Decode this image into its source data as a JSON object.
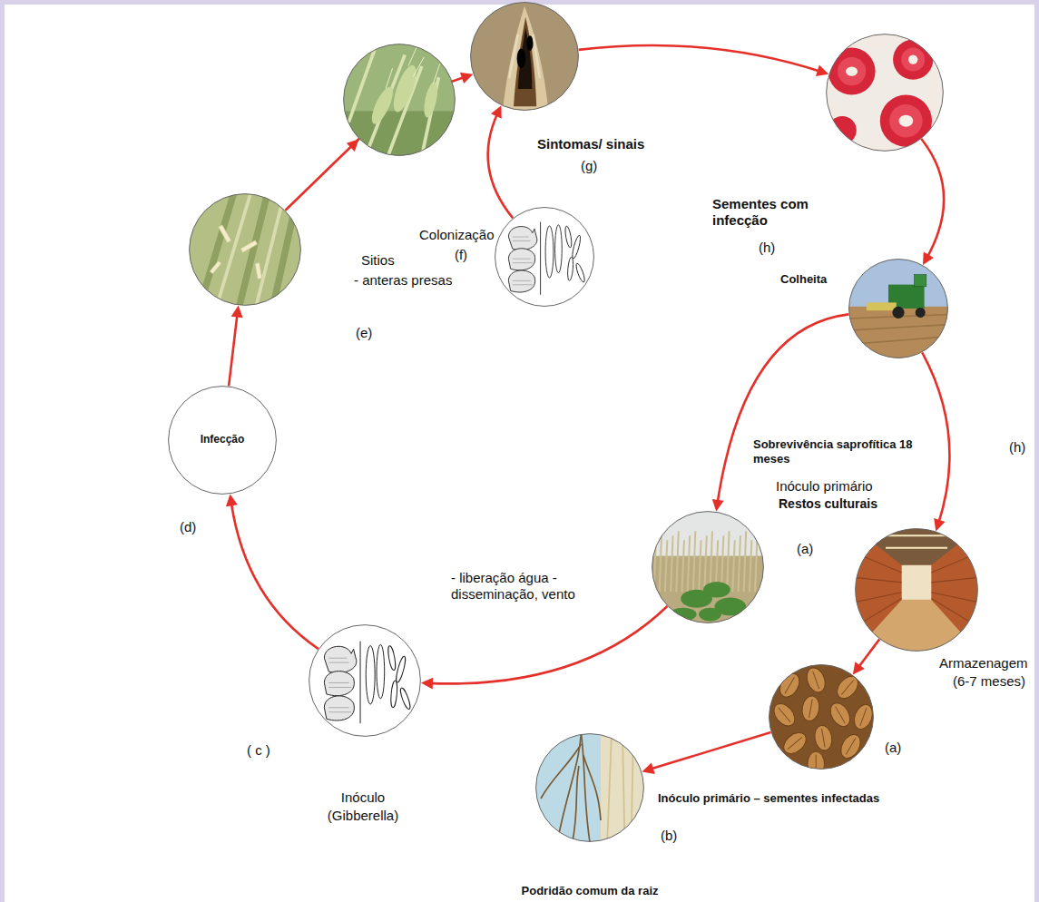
{
  "diagram": {
    "nodes": [
      {
        "text": [
          "Sintomas/ sinais",
          "(g)"
        ]
      },
      {
        "text": [
          "Sementes com infecção",
          "(h)"
        ]
      },
      {
        "text": [
          "Colheita",
          "(h)"
        ]
      },
      {
        "text": [
          "Inóculo primário",
          "Restos culturais",
          "(a)"
        ]
      },
      {
        "text": [
          "Armazenagem",
          "(6-7 meses)"
        ]
      },
      {
        "text": [
          "Inóculo primário – sementes infectadas",
          "(a)"
        ]
      },
      {
        "text": [
          "(b)",
          "Podridão comum da raiz"
        ]
      },
      {
        "text": [
          "( c )",
          "Inóculo",
          "(Gibberella)"
        ]
      },
      {
        "text": [
          "Infecção",
          "(d)"
        ]
      },
      {
        "text": [
          "Sitios",
          "- anteras presas",
          "(e)"
        ]
      },
      {
        "text": [
          "Colonização",
          "(f)"
        ]
      }
    ],
    "edges": [
      {
        "from": 0,
        "to": 1,
        "arrow": "to"
      },
      {
        "from": 1,
        "to": 2,
        "arrow": "to"
      },
      {
        "from": 2,
        "to": 3,
        "label": "Sobrevivência saprofítica 18 meses",
        "arrow": "to"
      },
      {
        "from": 2,
        "to": 4,
        "arrow": "to"
      },
      {
        "from": 4,
        "to": 5,
        "arrow": "to"
      },
      {
        "from": 5,
        "to": 6,
        "arrow": "to"
      },
      {
        "from": 3,
        "to": 7,
        "label": "- liberação água - disseminação, vento",
        "arrow": "to"
      },
      {
        "from": 7,
        "to": 8,
        "arrow": "to"
      },
      {
        "from": 8,
        "to": 9,
        "arrow": "to"
      },
      {
        "from": 9,
        "to": 0,
        "arrow": "to"
      },
      {
        "from": 10,
        "to": 0,
        "arrow": "to"
      }
    ]
  }
}
